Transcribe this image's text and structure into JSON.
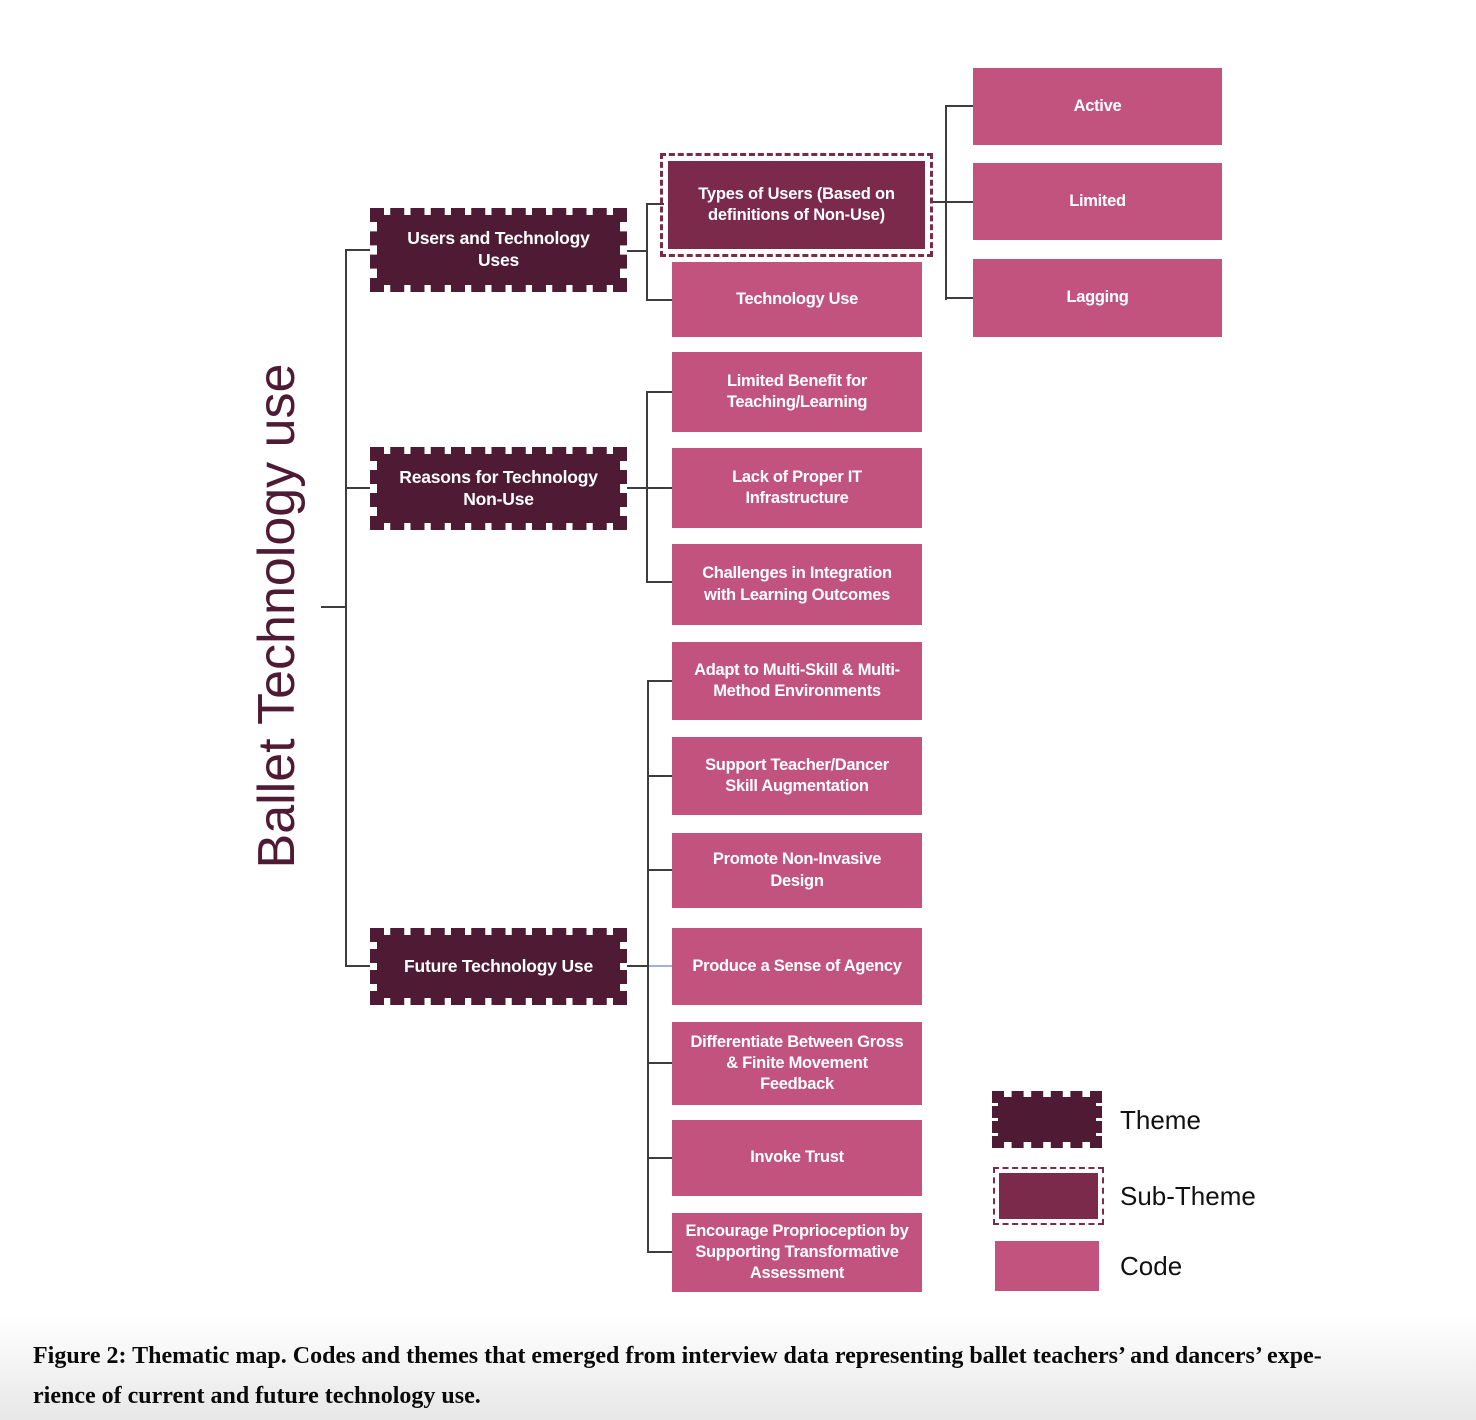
{
  "figure": {
    "root_label": "Ballet Technology use",
    "themes": [
      {
        "label": "Users and Technology\nUses",
        "subthemes": [
          {
            "label": "Types of Users (Based on\ndefinitions of Non-Use)",
            "codes": [
              "Active",
              "Limited",
              "Lagging"
            ]
          }
        ],
        "codes": [
          "Technology Use"
        ]
      },
      {
        "label": "Reasons for Technology\nNon-Use",
        "codes": [
          "Limited Benefit for\nTeaching/Learning",
          "Lack of Proper IT\nInfrastructure",
          "Challenges in Integration\nwith Learning Outcomes"
        ]
      },
      {
        "label": "Future Technology Use",
        "codes": [
          "Adapt to Multi-Skill & Multi-\nMethod Environments",
          "Support Teacher/Dancer\nSkill Augmentation",
          "Promote Non-Invasive\nDesign",
          "Produce a Sense of Agency",
          "Differentiate Between Gross\n& Finite Movement\nFeedback",
          "Invoke Trust",
          "Encourage Proprioception by\nSupporting Transformative\nAssessment"
        ]
      }
    ],
    "colors": {
      "theme_fill": "#4F1B34",
      "subtheme_fill": "#7B2A4C",
      "code_fill": "#C2537E",
      "connector": "#3D3D3D",
      "accent_connector": "#9FB3DA",
      "title_color": "#4E1A34"
    }
  },
  "legend": {
    "items": [
      {
        "label": "Theme"
      },
      {
        "label": "Sub-Theme"
      },
      {
        "label": "Code"
      }
    ]
  },
  "caption": {
    "line1": "Figure 2: Thematic map. Codes and themes that emerged from interview data representing ballet teachers’ and dancers’ expe-",
    "line2": "rience of current and future technology use."
  }
}
